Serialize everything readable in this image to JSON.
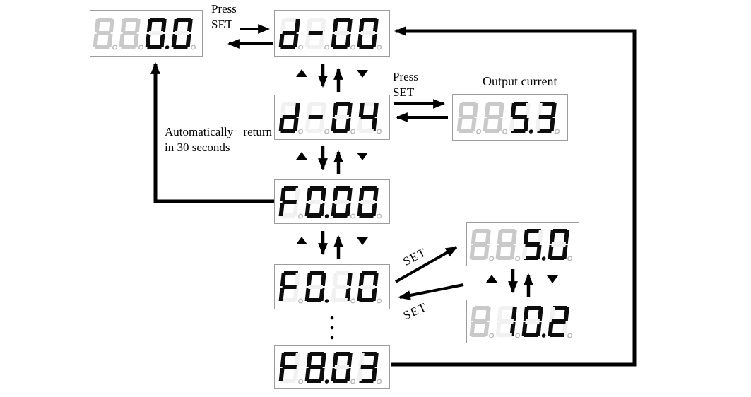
{
  "diagram": {
    "title": "drive-keypad-menu-navigation",
    "labels": {
      "press_set_top": {
        "line1": "Press",
        "line2": "SET"
      },
      "press_set_mid": {
        "line1": "Press",
        "line2": "SET"
      },
      "output_current": "Output current",
      "auto_return": "Automatically return in 30 seconds",
      "set_upper": "SET",
      "set_lower": "SET"
    },
    "colors": {
      "segment_lit": "#0d0d0d",
      "segment_ghost": "#c9c9c9",
      "segment_off": "#f1f1f1",
      "dp_unlit": "#b8b8b8",
      "line": "#000000"
    },
    "displays": [
      {
        "id": "home",
        "name": "display-home",
        "value": "0.0",
        "digits": [
          {
            "c": "8",
            "ghost": true
          },
          {
            "c": "8",
            "ghost": true
          },
          {
            "c": "0",
            "dp": true
          },
          {
            "c": "0"
          }
        ]
      },
      {
        "id": "d00",
        "name": "display-d-00",
        "value": "d-00",
        "digits": [
          {
            "c": "d"
          },
          {
            "c": "-"
          },
          {
            "c": "0"
          },
          {
            "c": "0"
          }
        ]
      },
      {
        "id": "d04",
        "name": "display-d-04",
        "value": "d-04",
        "digits": [
          {
            "c": "d"
          },
          {
            "c": "-"
          },
          {
            "c": "0"
          },
          {
            "c": "4"
          }
        ]
      },
      {
        "id": "out53",
        "name": "display-output-current",
        "value": "5.3",
        "digits": [
          {
            "c": "8",
            "ghost": true
          },
          {
            "c": "8",
            "ghost": true
          },
          {
            "c": "5",
            "dp": true
          },
          {
            "c": "3"
          }
        ]
      },
      {
        "id": "f000",
        "name": "display-f0-00",
        "value": "F0.00",
        "digits": [
          {
            "c": "F"
          },
          {
            "c": "0",
            "dp": true
          },
          {
            "c": "0"
          },
          {
            "c": "0"
          }
        ]
      },
      {
        "id": "f010",
        "name": "display-f0-10",
        "value": "F0.10",
        "digits": [
          {
            "c": "F"
          },
          {
            "c": "0",
            "dp": true
          },
          {
            "c": "1"
          },
          {
            "c": "0"
          }
        ]
      },
      {
        "id": "v50",
        "name": "display-value-5-0",
        "value": "5.0",
        "digits": [
          {
            "c": "8",
            "ghost": true
          },
          {
            "c": "8",
            "ghost": true
          },
          {
            "c": "5",
            "dp": true
          },
          {
            "c": "0"
          }
        ]
      },
      {
        "id": "v102",
        "name": "display-value-10-2",
        "value": "10.2",
        "digits": [
          {
            "c": "8",
            "ghost": true
          },
          {
            "c": "1"
          },
          {
            "c": "0",
            "dp": true
          },
          {
            "c": "2"
          }
        ]
      },
      {
        "id": "f803",
        "name": "display-f8-03",
        "value": "F8.03",
        "digits": [
          {
            "c": "F"
          },
          {
            "c": "8",
            "dp": true
          },
          {
            "c": "0"
          },
          {
            "c": "3"
          }
        ]
      }
    ]
  }
}
